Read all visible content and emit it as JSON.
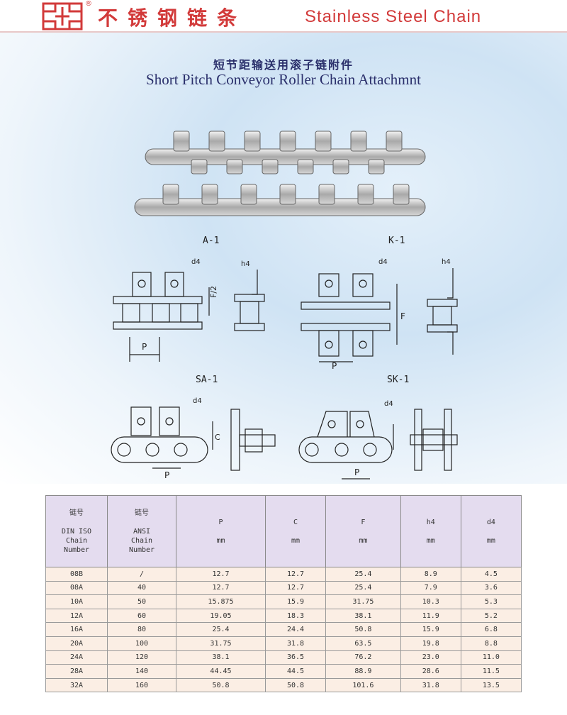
{
  "header": {
    "cn_title": "不锈钢链条",
    "en_title": "Stainless Steel Chain",
    "registered_mark": "®"
  },
  "subtitle": {
    "cn": "短节距输送用滚子链附件",
    "en": "Short Pitch Conveyor Roller Chain Attachmnt"
  },
  "diagram_labels": {
    "a1": "A-1",
    "k1": "K-1",
    "sa1": "SA-1",
    "sk1": "SK-1",
    "d4": "d4",
    "h4": "h4",
    "p": "P",
    "f_half": "F/2",
    "f": "F",
    "c": "C"
  },
  "table": {
    "headers": [
      {
        "cn": "链号",
        "lines": [
          "DIN ISO",
          "Chain",
          "Number"
        ]
      },
      {
        "cn": "链号",
        "lines": [
          "ANSI",
          "Chain",
          "Number"
        ]
      },
      {
        "cn": "",
        "lines": [
          "P",
          "",
          "mm"
        ]
      },
      {
        "cn": "",
        "lines": [
          "C",
          "",
          "mm"
        ]
      },
      {
        "cn": "",
        "lines": [
          "F",
          "",
          "mm"
        ]
      },
      {
        "cn": "",
        "lines": [
          "h4",
          "",
          "mm"
        ]
      },
      {
        "cn": "",
        "lines": [
          "d4",
          "",
          "mm"
        ]
      }
    ],
    "rows": [
      [
        "08B",
        "/",
        "12.7",
        "12.7",
        "25.4",
        "8.9",
        "4.5"
      ],
      [
        "08A",
        "40",
        "12.7",
        "12.7",
        "25.4",
        "7.9",
        "3.6"
      ],
      [
        "10A",
        "50",
        "15.875",
        "15.9",
        "31.75",
        "10.3",
        "5.3"
      ],
      [
        "12A",
        "60",
        "19.05",
        "18.3",
        "38.1",
        "11.9",
        "5.2"
      ],
      [
        "16A",
        "80",
        "25.4",
        "24.4",
        "50.8",
        "15.9",
        "6.8"
      ],
      [
        "20A",
        "100",
        "31.75",
        "31.8",
        "63.5",
        "19.8",
        "8.8"
      ],
      [
        "24A",
        "120",
        "38.1",
        "36.5",
        "76.2",
        "23.0",
        "11.0"
      ],
      [
        "28A",
        "140",
        "44.45",
        "44.5",
        "88.9",
        "28.6",
        "11.5"
      ],
      [
        "32A",
        "160",
        "50.8",
        "50.8",
        "101.6",
        "31.8",
        "13.5"
      ]
    ]
  },
  "colors": {
    "brand_red": "#d23a3a",
    "title_navy": "#2a2f6b",
    "header_cell": "#e4dcef",
    "data_cell": "#fbeee4"
  }
}
